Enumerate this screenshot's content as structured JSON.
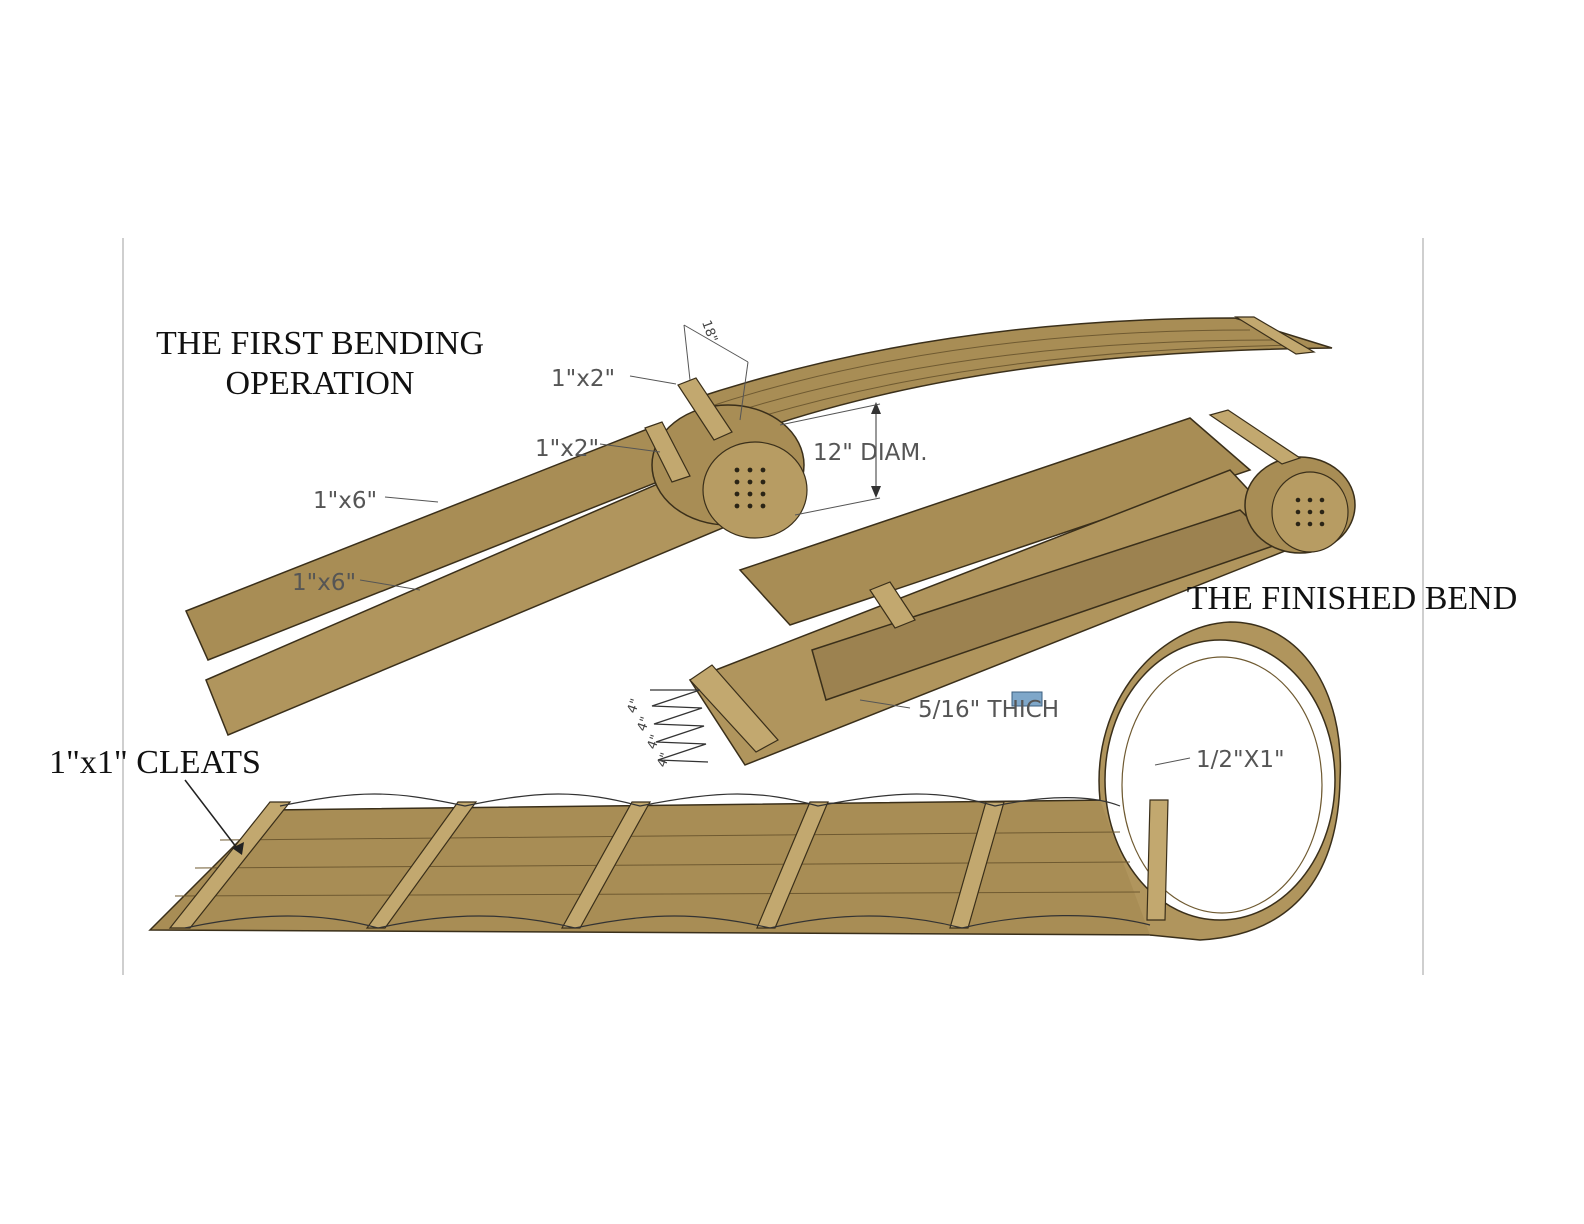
{
  "titles": {
    "first_bending": [
      "THE FIRST BENDING",
      "OPERATION"
    ],
    "finished_bend": "THE FINISHED BEND",
    "cleats": "1\"x1\" CLEATS"
  },
  "labels": {
    "angle": "18\"",
    "top_strap": "1\"x2\"",
    "side_strap": "1\"x2\"",
    "board_upper": "1\"x6\"",
    "board_lower": "1\"x6\"",
    "diameter": "12\" DIAM.",
    "thickness": "5/16\" THICH",
    "end_cleat": "1/2\"X1\"",
    "spacing": [
      "4\"",
      "4\"",
      "4\"",
      "4\""
    ]
  },
  "colors": {
    "wood": "#a88d55",
    "wood_light": "#c2a86f",
    "wood_dark": "#6f5a31",
    "outline": "#3a2f1a",
    "hole": "#2a2416",
    "frame_line": "#cfcfcf"
  }
}
